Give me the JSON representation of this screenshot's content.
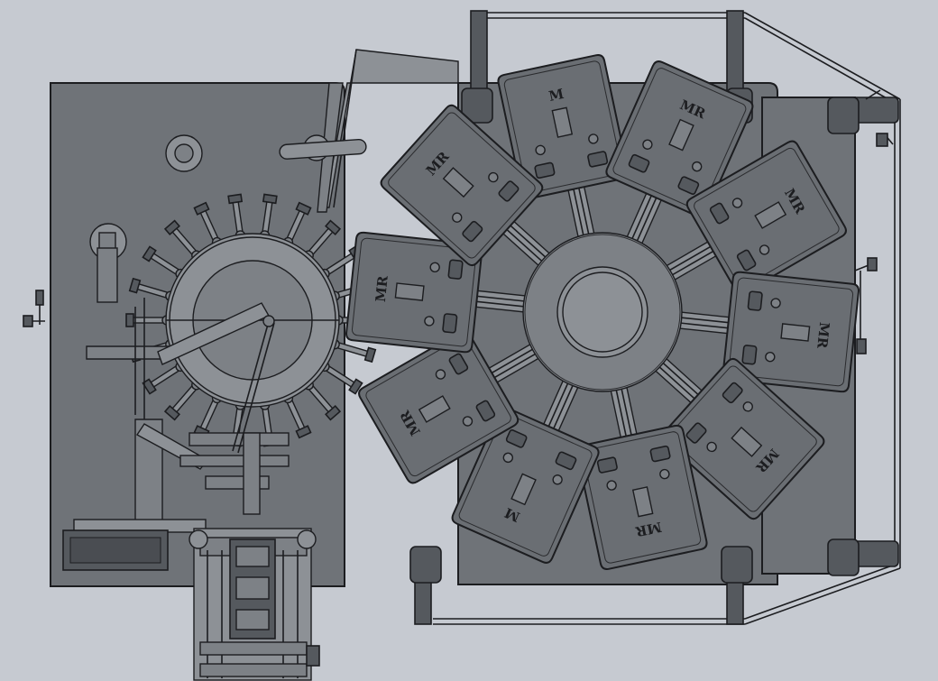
{
  "drawing": {
    "pocket_labels": [
      "M",
      "MR",
      "MR",
      "MR",
      "MR",
      "MR",
      "M",
      "MR",
      "MR",
      "MR"
    ],
    "colors": {
      "background": "#c6cad1",
      "plate": "#6f7378",
      "dark_part": "#55595e",
      "outline": "#1c1d20"
    }
  }
}
